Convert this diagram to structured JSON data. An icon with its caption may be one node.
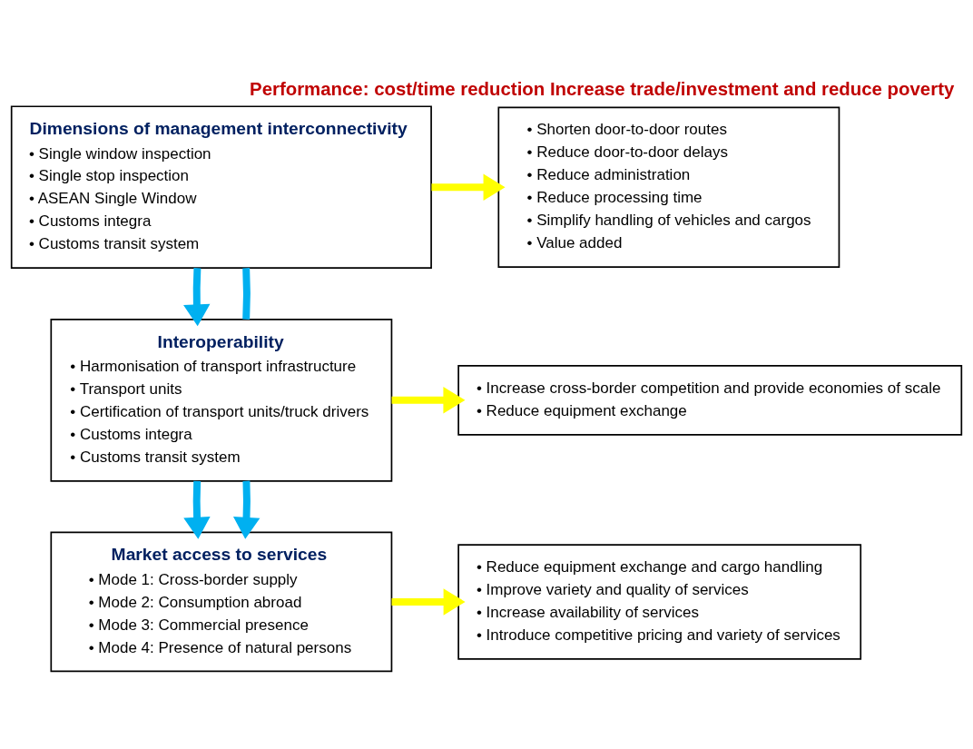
{
  "diagram": {
    "title": "Performance: cost/time reduction Increase trade/investment and reduce poverty",
    "nodes": [
      {
        "text": [
          "Dimensions of management interconnectivity",
          "• Single window inspection",
          "• Single stop inspection",
          "• ASEAN Single Window",
          "• Customs integra",
          "• Customs transit system"
        ]
      },
      {
        "text": [
          "• Shorten door-to-door routes",
          "• Reduce door-to-door delays",
          "• Reduce administration",
          "• Reduce processing time",
          "• Simplify handling of vehicles and cargos",
          "• Value added"
        ]
      },
      {
        "text": [
          "Interoperability",
          "• Harmonisation of transport infrastructure",
          "• Transport units",
          "• Certification of transport units/truck drivers",
          "• Customs integra",
          "• Customs transit system"
        ]
      },
      {
        "text": [
          "• Increase cross-border competition and provide economies of scale",
          "• Reduce equipment exchange"
        ]
      },
      {
        "text": [
          "Market access to services",
          "• Mode 1: Cross-border supply",
          "• Mode 2: Consumption abroad",
          "• Mode 3: Commercial presence",
          "• Mode 4: Presence of natural persons"
        ]
      },
      {
        "text": [
          "• Reduce equipment exchange and cargo handling",
          "• Improve variety and quality of services",
          "• Increase availability of services",
          "• Introduce competitive pricing and variety of services"
        ]
      }
    ],
    "edges": [
      {
        "from": 0,
        "to": 1,
        "arrow": "to",
        "color": "#ffff00"
      },
      {
        "from": 0,
        "to": 2,
        "arrow": "to",
        "color": "#00b0f0"
      },
      {
        "from": 0,
        "to": 2,
        "arrow": "none",
        "color": "#00b0f0"
      },
      {
        "from": 2,
        "to": 3,
        "arrow": "to",
        "color": "#ffff00"
      },
      {
        "from": 2,
        "to": 4,
        "arrow": "to",
        "color": "#00b0f0"
      },
      {
        "from": 2,
        "to": 4,
        "arrow": "to",
        "color": "#00b0f0"
      },
      {
        "from": 4,
        "to": 5,
        "arrow": "to",
        "color": "#ffff00"
      }
    ]
  }
}
